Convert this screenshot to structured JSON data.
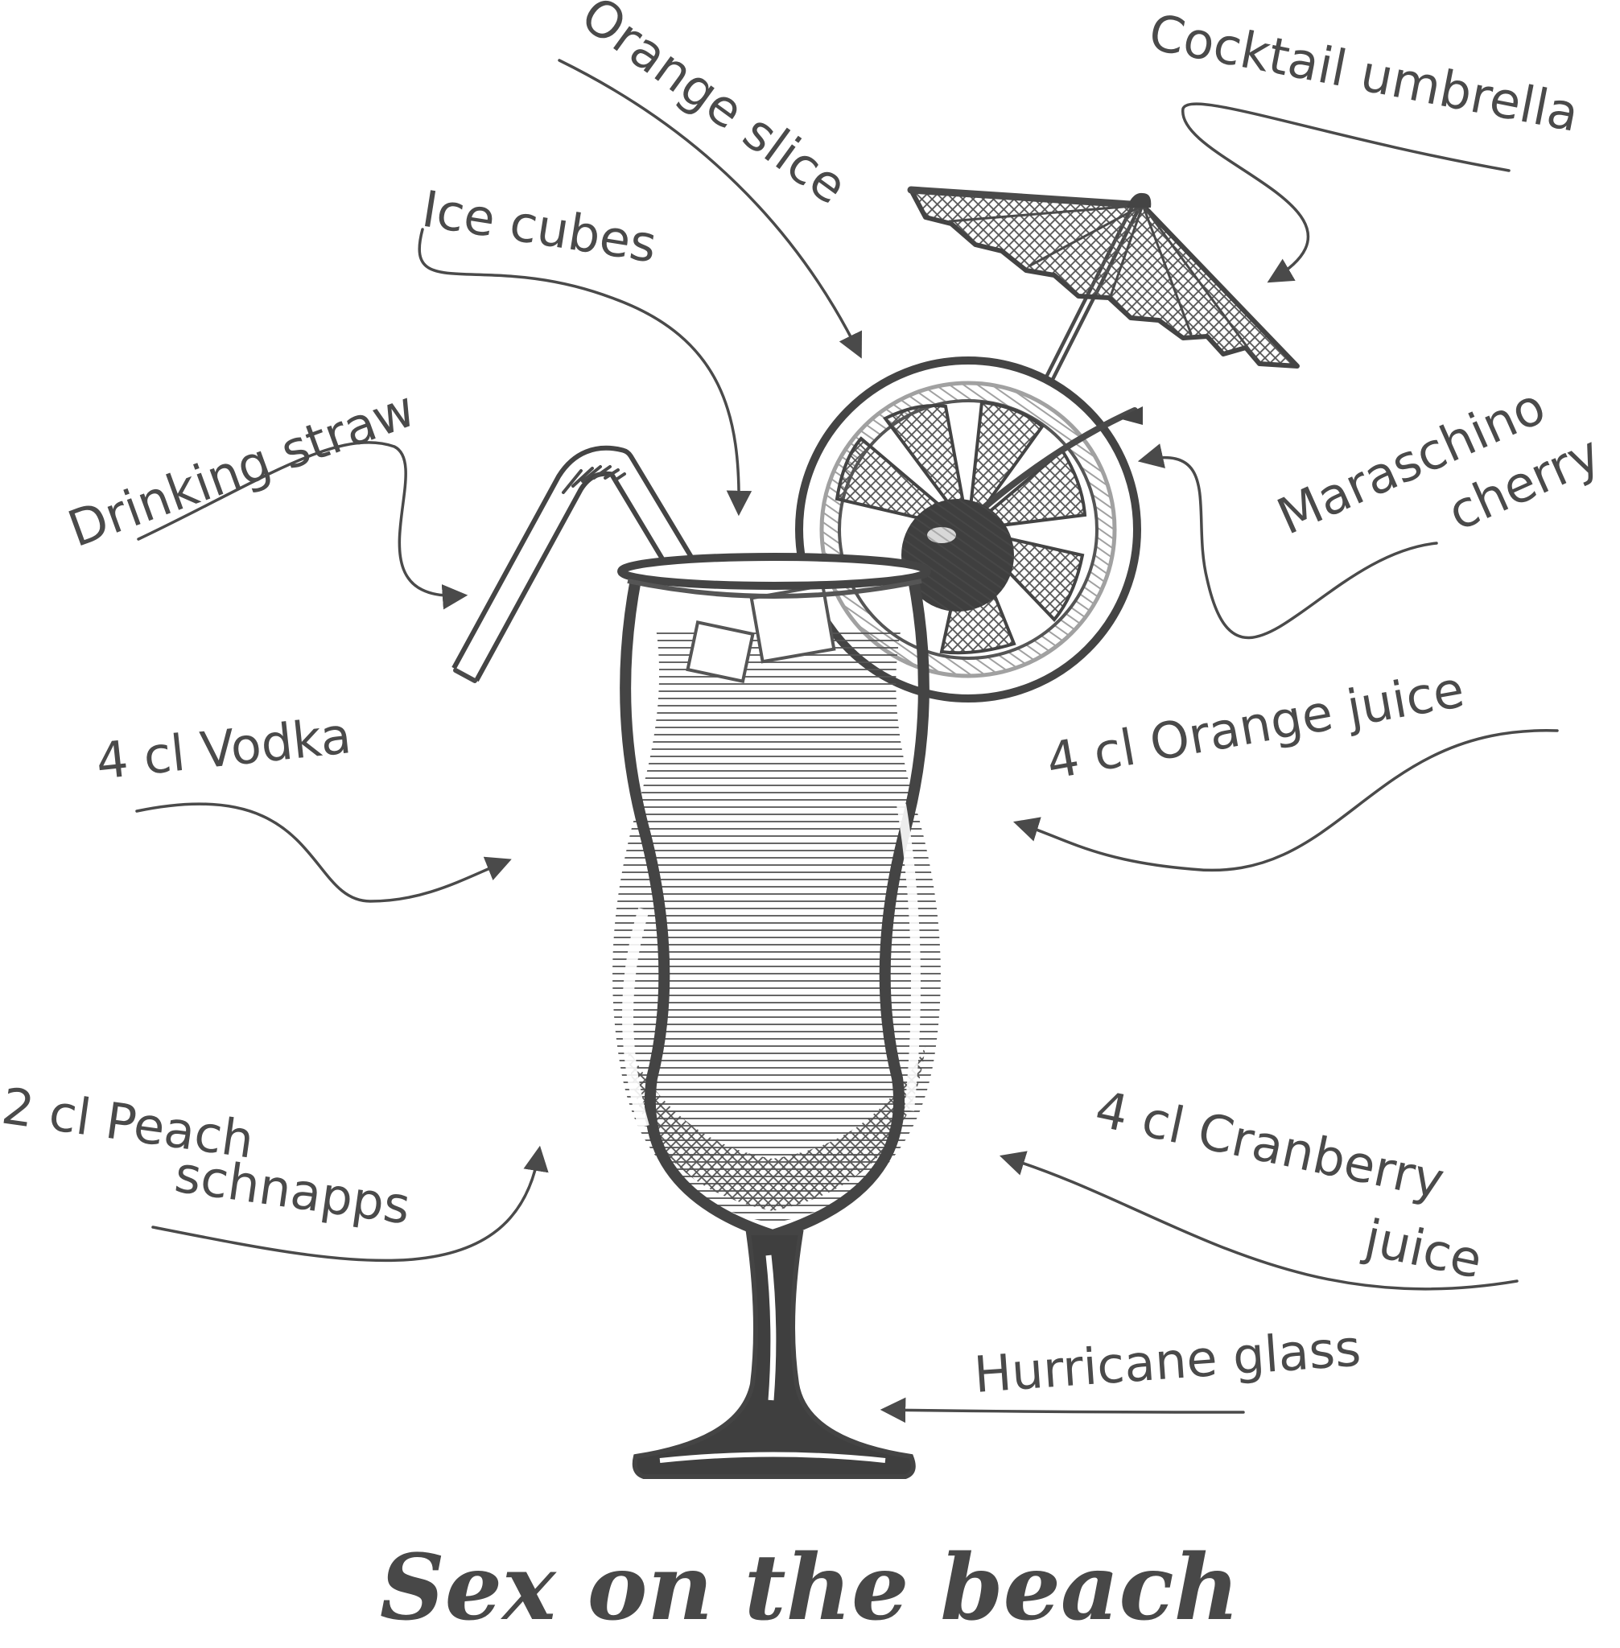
{
  "title": "Sex on the beach",
  "labels": {
    "orange_slice": "Orange slice",
    "cocktail_umbrella": "Cocktail umbrella",
    "ice_cubes": "Ice cubes",
    "drinking_straw": "Drinking straw",
    "maraschino_line1": "Maraschino",
    "maraschino_line2": "cherry",
    "vodka": "4 cl Vodka",
    "orange_juice": "4 cl Orange juice",
    "peach_line1": "2 cl Peach",
    "peach_line2": "schnapps",
    "cranberry_line1": "4 cl Cranberry",
    "cranberry_line2": "juice",
    "hurricane_glass": "Hurricane glass"
  },
  "colors": {
    "ink": "#4a4a4a",
    "background": "#ffffff"
  }
}
